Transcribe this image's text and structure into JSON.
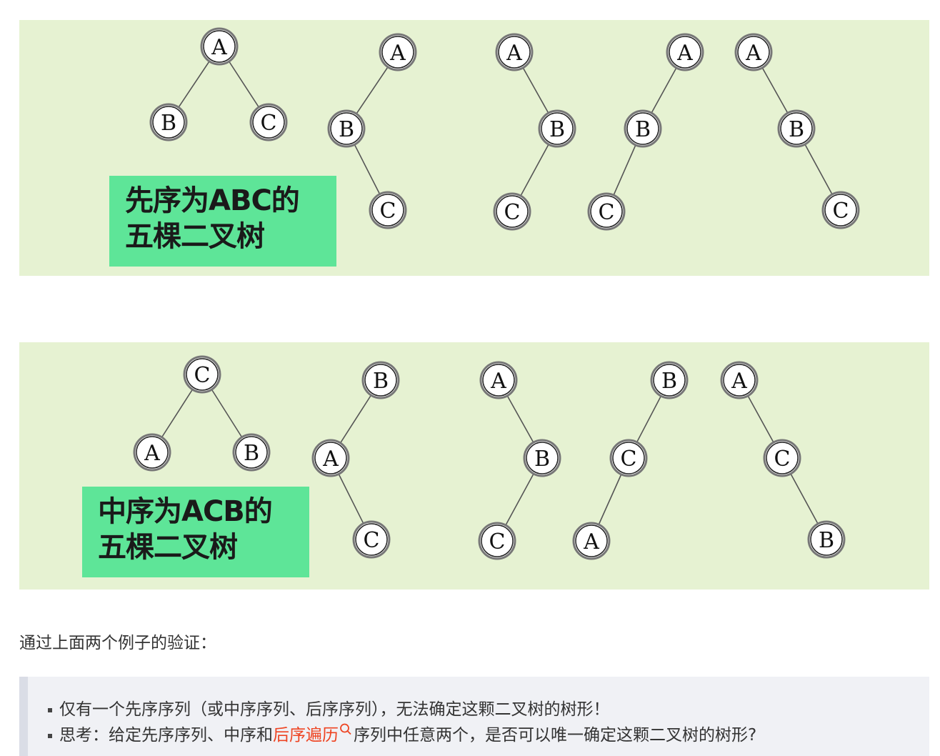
{
  "figures": [
    {
      "caption_line1": "先序为ABC的",
      "caption_line2": "五棵二叉树",
      "trees": [
        {
          "nodes": {
            "root": "A",
            "left": "B",
            "right": "C"
          }
        },
        {
          "chain": [
            "A",
            "B",
            "C"
          ],
          "shape": "left-right"
        },
        {
          "chain": [
            "A",
            "B",
            "C"
          ],
          "shape": "right-left"
        },
        {
          "chain": [
            "A",
            "B",
            "C"
          ],
          "shape": "left-left"
        },
        {
          "chain": [
            "A",
            "B",
            "C"
          ],
          "shape": "right-right"
        }
      ]
    },
    {
      "caption_line1": "中序为ACB的",
      "caption_line2": "五棵二叉树",
      "trees": [
        {
          "nodes": {
            "root": "C",
            "left": "A",
            "right": "B"
          }
        },
        {
          "chain": [
            "B",
            "A",
            "C"
          ],
          "shape": "left-right"
        },
        {
          "chain": [
            "A",
            "B",
            "C"
          ],
          "shape": "right-left"
        },
        {
          "chain": [
            "B",
            "C",
            "A"
          ],
          "shape": "left-left"
        },
        {
          "chain": [
            "A",
            "C",
            "B"
          ],
          "shape": "right-right"
        }
      ]
    }
  ],
  "intro_text": "通过上面两个例子的验证：",
  "bullets": {
    "item1": "仅有一个先序序列（或中序序列、后序序列），无法确定这颗二叉树的树形！",
    "item2_before": "思考：给定先序序列、中序和",
    "item2_link": "后序遍历",
    "item2_after": "序列中任意两个，是否可以唯一确定这颗二叉树的树形?"
  },
  "colors": {
    "figure_bg": "#e6f2d2",
    "caption_bg": "#5ee598",
    "link": "#ee4422",
    "quote_bg": "#f0f1f5"
  }
}
